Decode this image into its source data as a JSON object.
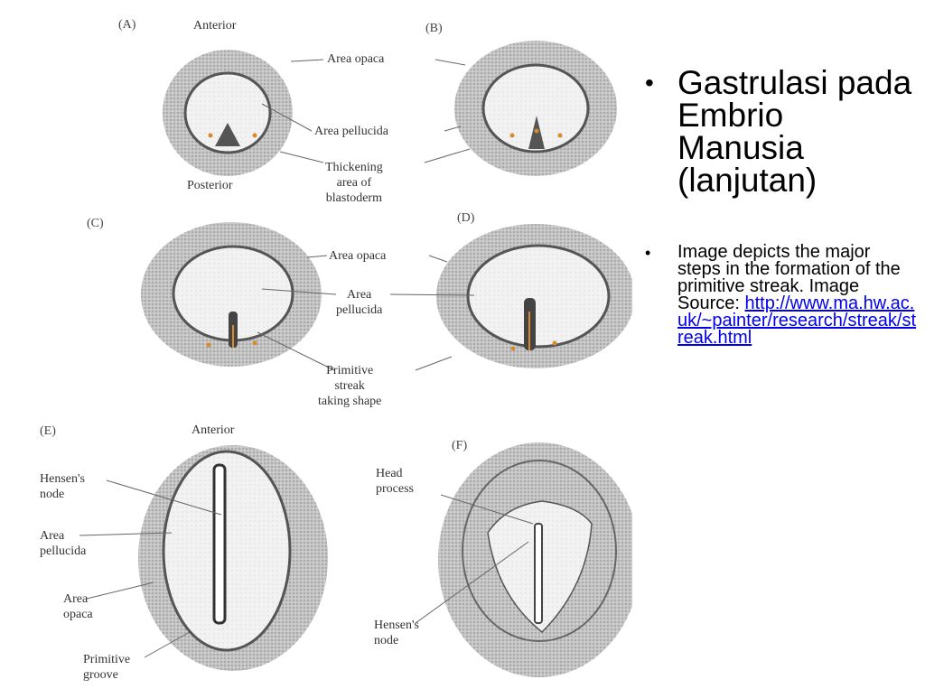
{
  "slide": {
    "title_bullet": "Gastrulasi pada Embrio Manusia (lanjutan)",
    "description": "Image depicts the major steps in the formation of the primitive streak. Image Source:",
    "source_link": "http://www.ma.hw.ac.uk/~painter/research/streak/streak.html",
    "link_color": "#0000ee"
  },
  "diagram": {
    "panels": {
      "A": "(A)",
      "B": "(B)",
      "C": "(C)",
      "D": "(D)",
      "E": "(E)",
      "F": "(F)"
    },
    "labels": {
      "ab_anterior": "Anterior",
      "ab_posterior": "Posterior",
      "ab_area_opaca": "Area opaca",
      "ab_area_pellucida": "Area pellucida",
      "ab_thickening": "Thickening\narea of\nblastoderm",
      "cd_area_opaca": "Area opaca",
      "cd_area_pellucida": "Area\npellucida",
      "cd_primitive_streak": "Primitive\nstreak\ntaking shape",
      "e_anterior": "Anterior",
      "e_hensens_node": "Hensen's\nnode",
      "e_area_pellucida": "Area\npellucida",
      "e_area_opaca": "Area\nopaca",
      "e_primitive_groove": "Primitive\ngroove",
      "f_head_process": "Head\nprocess",
      "f_hensens_node": "Hensen's\nnode"
    },
    "colors": {
      "opaca": "#b8b8b8",
      "pellucida": "#efefef",
      "streak": "#444444",
      "accent_orange": "#d98a2a"
    }
  }
}
